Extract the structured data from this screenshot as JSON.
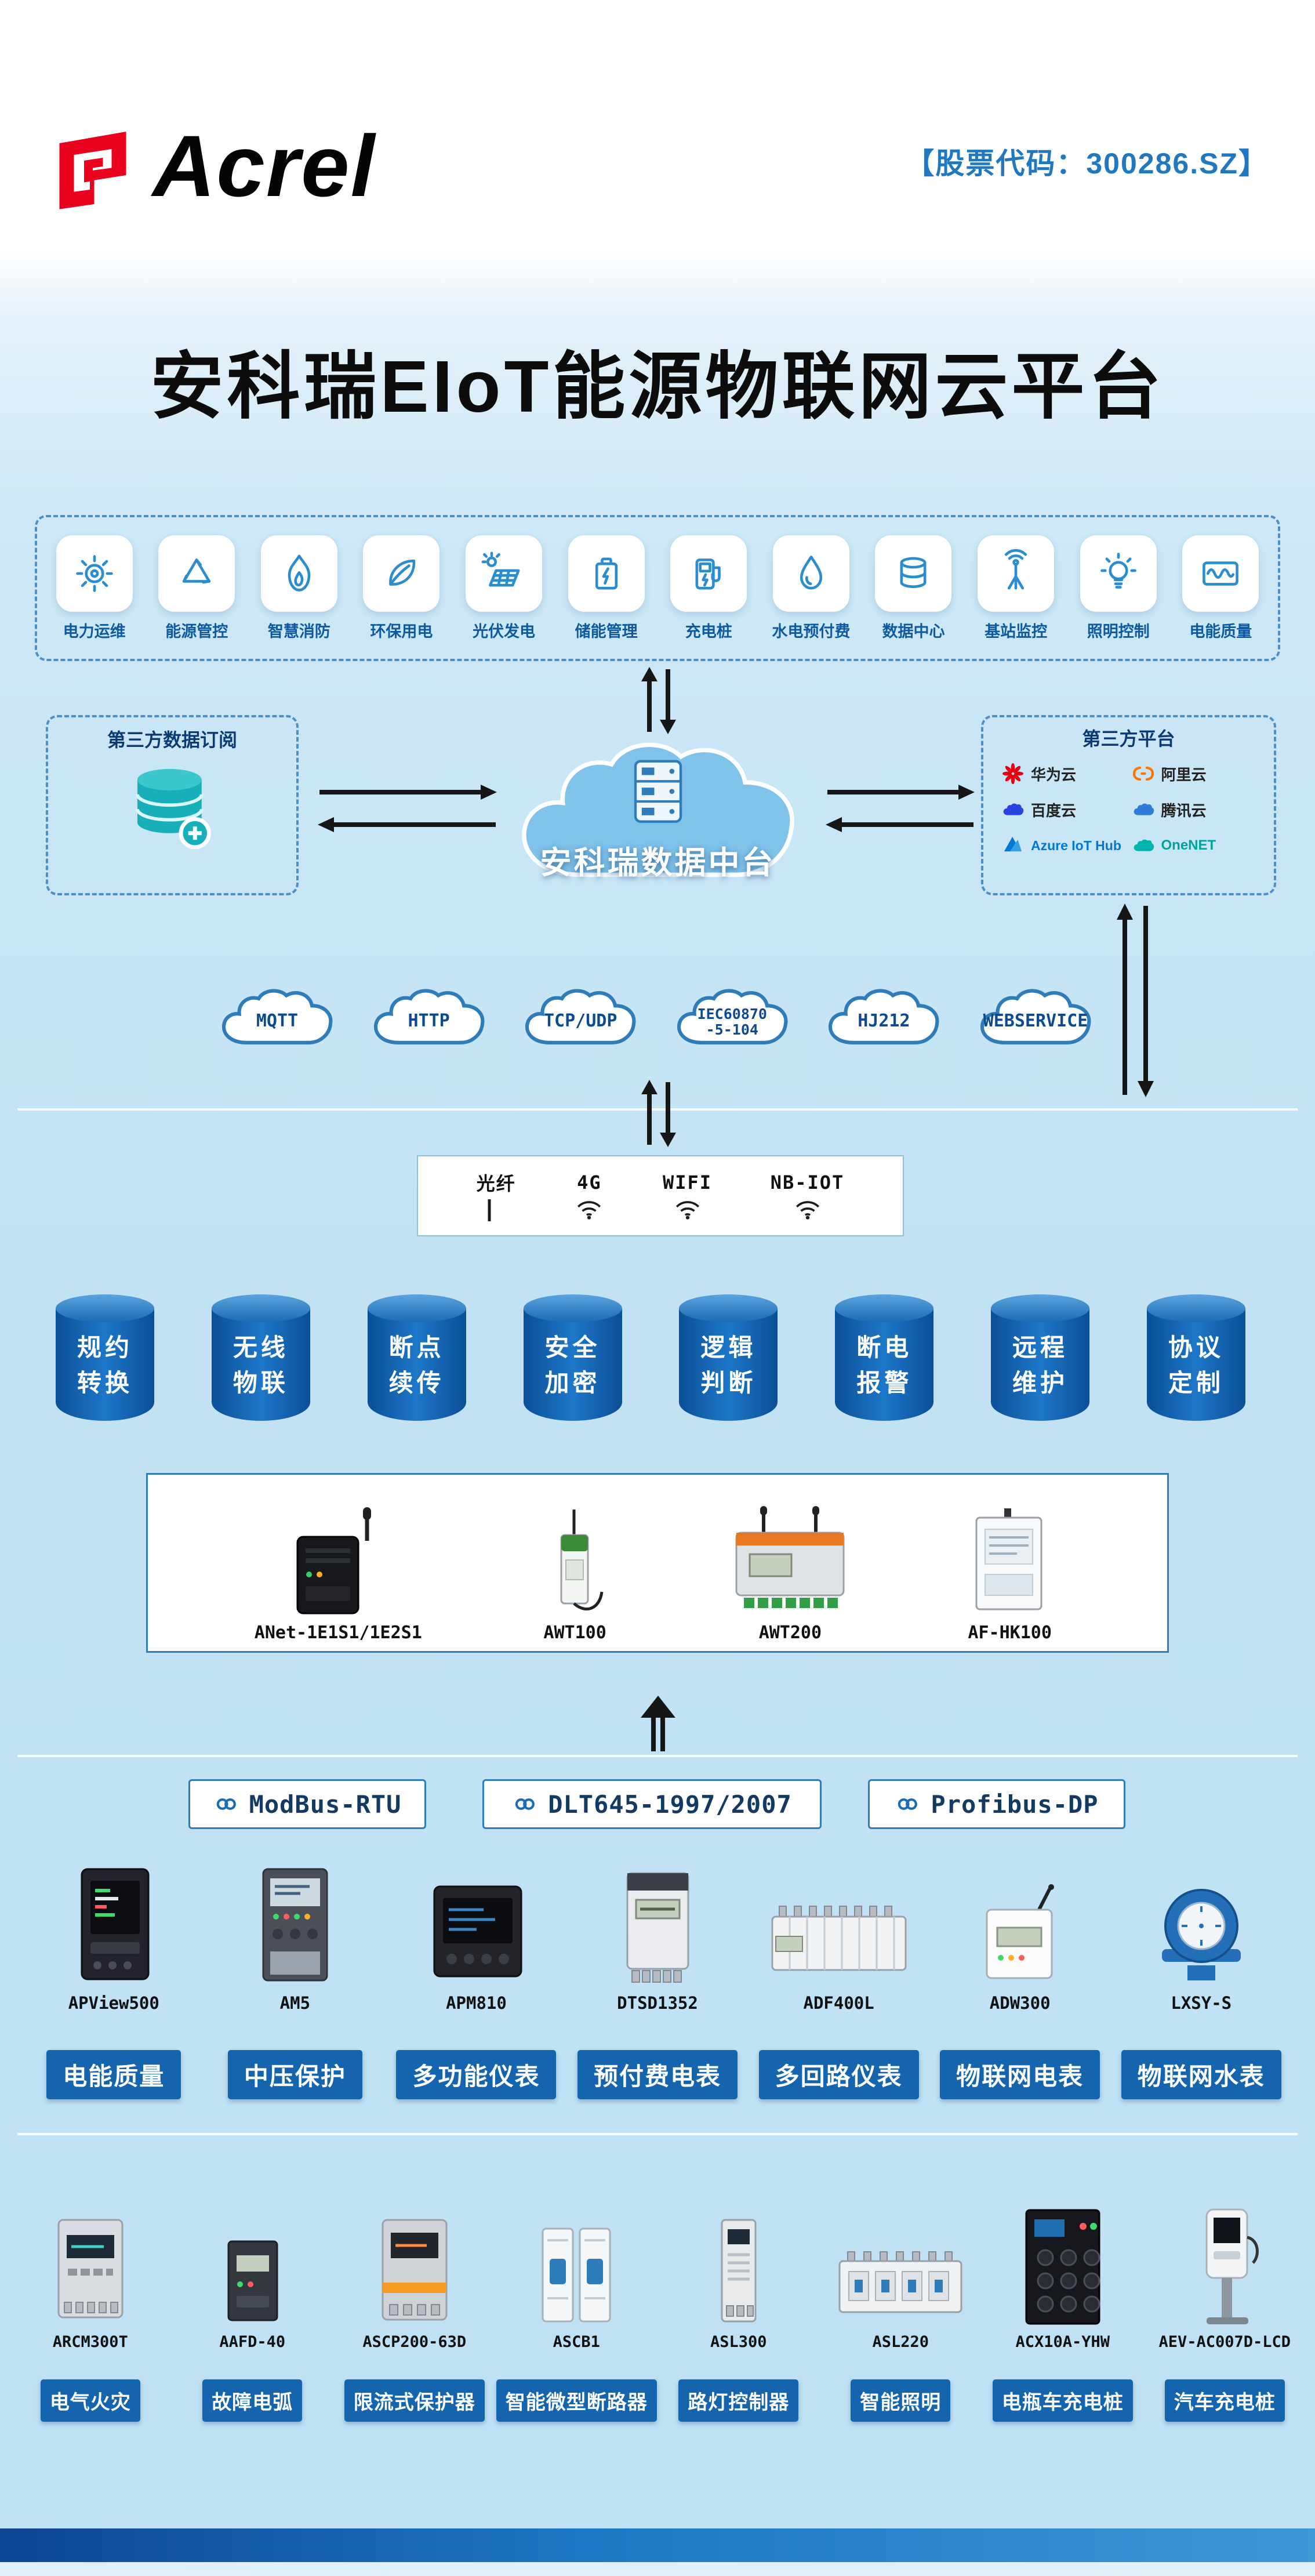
{
  "header": {
    "brand": "Acrel",
    "stock_code": "【股票代码：300286.SZ】"
  },
  "page_title": "安科瑞EIoT能源物联网云平台",
  "applications": [
    {
      "label": "电力运维",
      "icon": "power-ops-icon"
    },
    {
      "label": "能源管控",
      "icon": "energy-mgmt-icon"
    },
    {
      "label": "智慧消防",
      "icon": "fire-safety-icon"
    },
    {
      "label": "环保用电",
      "icon": "eco-power-icon"
    },
    {
      "label": "光伏发电",
      "icon": "solar-icon"
    },
    {
      "label": "储能管理",
      "icon": "battery-storage-icon"
    },
    {
      "label": "充电桩",
      "icon": "ev-charger-icon"
    },
    {
      "label": "水电预付费",
      "icon": "water-prepaid-icon"
    },
    {
      "label": "数据中心",
      "icon": "data-center-icon"
    },
    {
      "label": "基站监控",
      "icon": "base-station-icon"
    },
    {
      "label": "照明控制",
      "icon": "lighting-icon"
    },
    {
      "label": "电能质量",
      "icon": "power-quality-icon"
    }
  ],
  "subscription_box": {
    "title": "第三方数据订阅"
  },
  "data_hub": {
    "label": "安科瑞数据中台"
  },
  "third_party": {
    "title": "第三方平台",
    "platforms": [
      {
        "name": "华为云",
        "color": "#e60012"
      },
      {
        "name": "阿里云",
        "color": "#ff7300"
      },
      {
        "name": "百度云",
        "color": "#2744e0"
      },
      {
        "name": "腾讯云",
        "color": "#2f7bd9"
      },
      {
        "name": "Azure IoT Hub",
        "color": "#0078d4"
      },
      {
        "name": "OneNET",
        "color": "#00a39b"
      }
    ]
  },
  "protocol_clouds": [
    {
      "line1": "MQTT"
    },
    {
      "line1": "HTTP"
    },
    {
      "line1": "TCP/UDP"
    },
    {
      "line1": "IEC60870",
      "line2": "-5-104"
    },
    {
      "line1": "HJ212"
    },
    {
      "line1": "WEBSERVICE"
    }
  ],
  "comm_channels": [
    "光纤",
    "4G",
    "WIFI",
    "NB-IOT"
  ],
  "capabilities": [
    {
      "line1": "规约",
      "line2": "转换"
    },
    {
      "line1": "无线",
      "line2": "物联"
    },
    {
      "line1": "断点",
      "line2": "续传"
    },
    {
      "line1": "安全",
      "line2": "加密"
    },
    {
      "line1": "逻辑",
      "line2": "判断"
    },
    {
      "line1": "断电",
      "line2": "报警"
    },
    {
      "line1": "远程",
      "line2": "维护"
    },
    {
      "line1": "协议",
      "line2": "定制"
    }
  ],
  "gateways": [
    "ANet-1E1S1/1E2S1",
    "AWT100",
    "AWT200",
    "AF-HK100"
  ],
  "bus_protocols": [
    "ModBus-RTU",
    "DLT645-1997/2007",
    "Profibus-DP"
  ],
  "meters": [
    {
      "model": "APView500",
      "category": "电能质量"
    },
    {
      "model": "AM5",
      "category": "中压保护"
    },
    {
      "model": "APM810",
      "category": "多功能仪表"
    },
    {
      "model": "DTSD1352",
      "category": "预付费电表"
    },
    {
      "model": "ADF400L",
      "category": "多回路仪表"
    },
    {
      "model": "ADW300",
      "category": "物联网电表"
    },
    {
      "model": "LXSY-S",
      "category": "物联网水表"
    }
  ],
  "devices": [
    {
      "model": "ARCM300T",
      "category": "电气火灾"
    },
    {
      "model": "AAFD-40",
      "category": "故障电弧"
    },
    {
      "model": "ASCP200-63D",
      "category": "限流式保护器"
    },
    {
      "model": "ASCB1",
      "category": "智能微型断路器"
    },
    {
      "model": "ASL300",
      "category": "路灯控制器"
    },
    {
      "model": "ASL220",
      "category": "智能照明"
    },
    {
      "model": "ACX10A-YHW",
      "category": "电瓶车充电桩"
    },
    {
      "model": "AEV-AC007D-LCD",
      "category": "汽车充电桩"
    }
  ],
  "colors": {
    "accent": "#1b6cb5",
    "brand_red": "#e60012",
    "stock_blue": "#1f78c0",
    "category_box": "#1565ae",
    "cylinder": "#0b4f97"
  }
}
